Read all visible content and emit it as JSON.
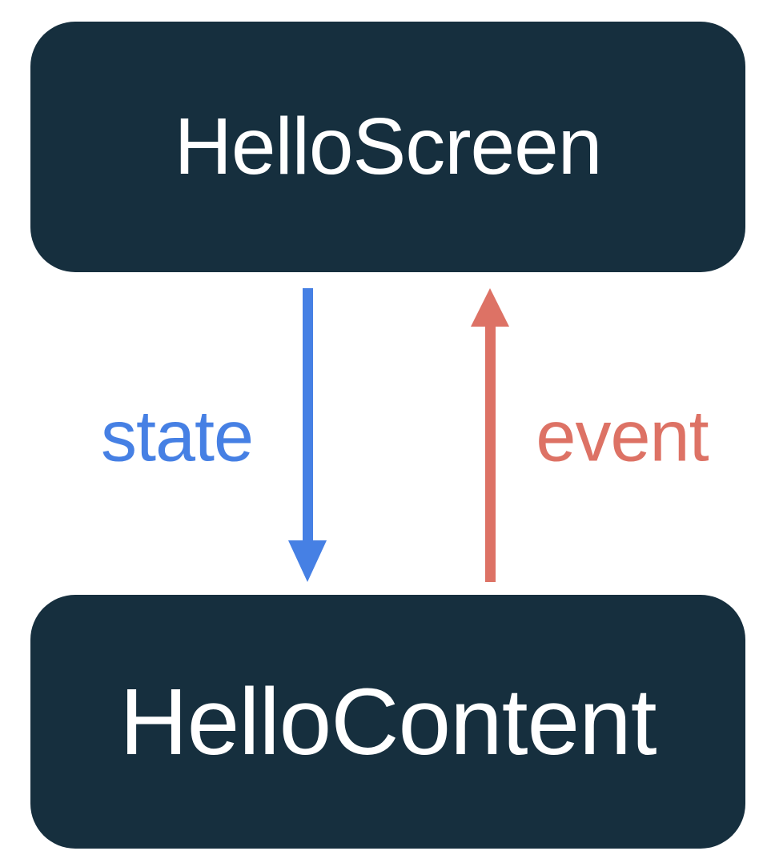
{
  "diagram": {
    "type": "unidirectional-data-flow",
    "nodes": {
      "screen": {
        "label": "HelloScreen"
      },
      "content": {
        "label": "HelloContent"
      }
    },
    "edges": {
      "state": {
        "label": "state",
        "direction": "down",
        "from": "HelloScreen",
        "to": "HelloContent",
        "color": "#4680E4"
      },
      "event": {
        "label": "event",
        "direction": "up",
        "from": "HelloContent",
        "to": "HelloScreen",
        "color": "#DD7265"
      }
    },
    "colors": {
      "node_background": "#162F3E",
      "node_text": "#FFFFFF",
      "state_blue": "#4680E4",
      "event_red": "#DD7265",
      "page_background": "#FFFFFF"
    }
  }
}
